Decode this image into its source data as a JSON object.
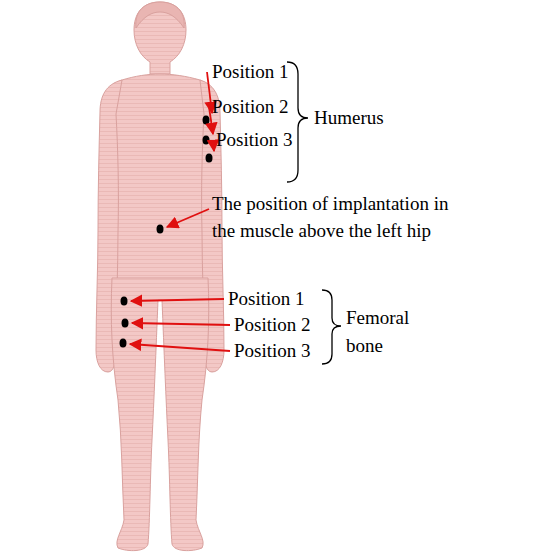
{
  "diagram": {
    "labels": [
      "Position 1",
      "Position 2",
      "Position 3",
      "Humerus",
      "The position of implantation in the muscle above the left hip",
      "Position 1",
      "Position 2",
      "Position 3",
      "Femoral bone"
    ]
  }
}
